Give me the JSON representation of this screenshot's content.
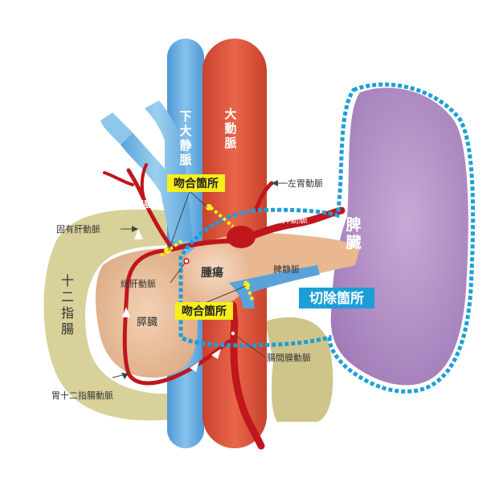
{
  "labels": {
    "ivc": [
      "下",
      "大",
      "静",
      "脈"
    ],
    "aorta": [
      "大",
      "動",
      "脈"
    ],
    "portal_vein": "門脈",
    "left_gastric_artery": "左胃動脈",
    "proper_hepatic_artery": "固有肝動脈",
    "splenic_artery": "脾動脈",
    "spleen": [
      "脾",
      "臓"
    ],
    "duodenum": [
      "十",
      "二",
      "指",
      "腸"
    ],
    "tumor": "腫瘍",
    "splenic_vein": "脾静脈",
    "common_hepatic_artery": "総肝動脈",
    "pancreas": "膵臓",
    "smv_artery": "腸間膜動脈",
    "gastroduodenal_artery": "胃十二指腸動脈"
  },
  "callouts": {
    "anastomosis_upper": "吻合箇所",
    "anastomosis_lower": "吻合箇所",
    "resection": "切除箇所"
  },
  "colors": {
    "ivc": "#6aaee0",
    "aorta": "#d8533a",
    "artery": "#c0161d",
    "spleen": "#b08cc2",
    "duodenum": "#d8d19a",
    "pancreas": "#e8b58f",
    "callout_yellow": "#f7ee1c",
    "resection_blue": "#1c9fd8"
  }
}
